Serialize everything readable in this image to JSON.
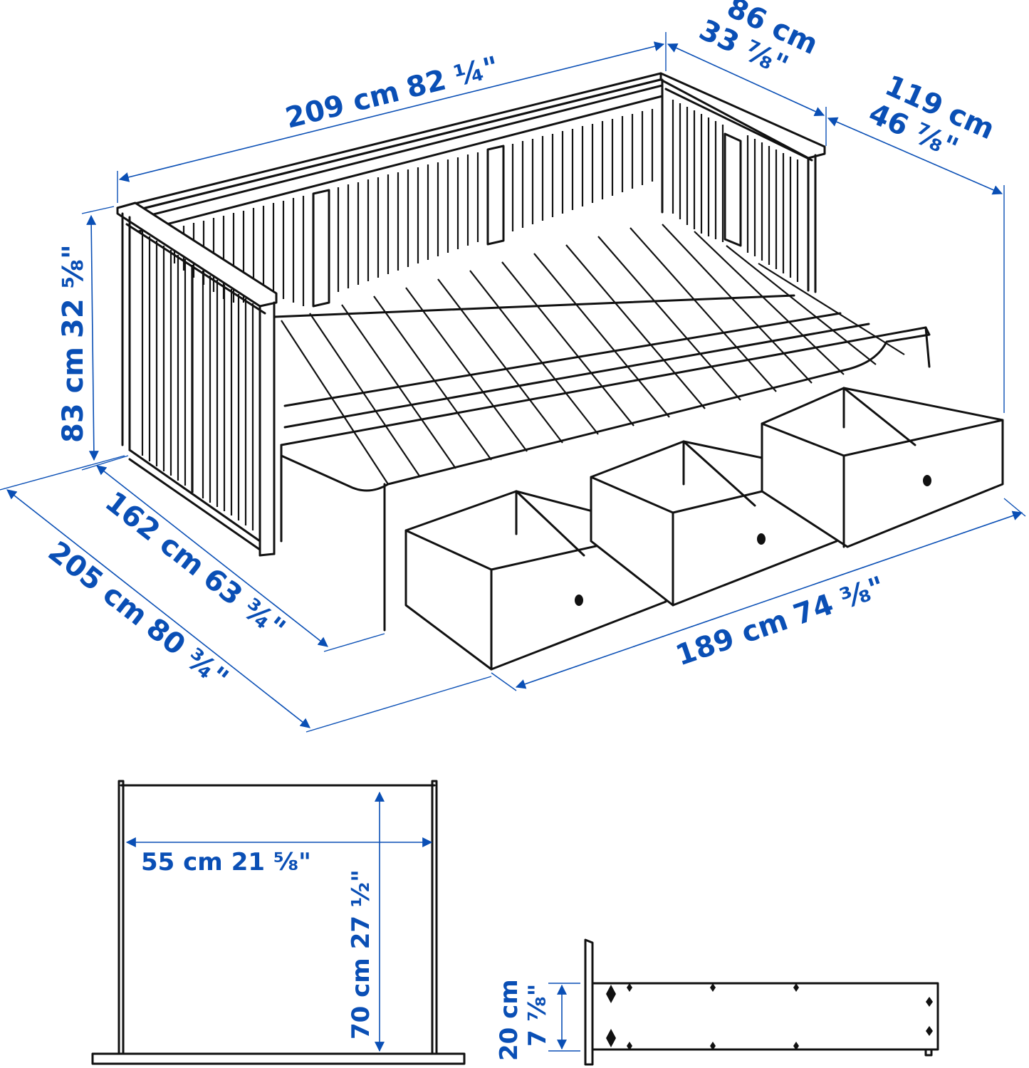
{
  "diagram": {
    "subject": "Daybed frame with 3 drawers",
    "accent_color": "#0a4fb5",
    "line_color": "#111111"
  },
  "dimensions": {
    "overall_length": {
      "metric": "209 cm",
      "imperial": "82 ¼\""
    },
    "backrest_depth": {
      "metric": "86 cm",
      "imperial": "33 ⅞\""
    },
    "side_depth": {
      "metric": "119 cm",
      "imperial": "46 ⅞\""
    },
    "height": {
      "metric": "83 cm",
      "imperial": "32 ⅝\""
    },
    "extended_inner_width": {
      "metric": "162 cm",
      "imperial": "63 ¾\""
    },
    "extended_outer_width": {
      "metric": "205 cm",
      "imperial": "80 ¾\""
    },
    "drawer_run_length": {
      "metric": "189 cm",
      "imperial": "74 ⅜\""
    },
    "drawer_width": {
      "metric": "55 cm",
      "imperial": "21 ⅝\""
    },
    "drawer_depth": {
      "metric": "70 cm",
      "imperial": "27 ½\""
    },
    "drawer_height": {
      "metric": "20 cm",
      "imperial": "7 ⅞\""
    }
  },
  "views": [
    {
      "name": "isometric-daybed",
      "label": "Daybed with drawers open"
    },
    {
      "name": "drawer-top-view",
      "label": "Drawer top view"
    },
    {
      "name": "drawer-side-view",
      "label": "Drawer side view"
    }
  ]
}
